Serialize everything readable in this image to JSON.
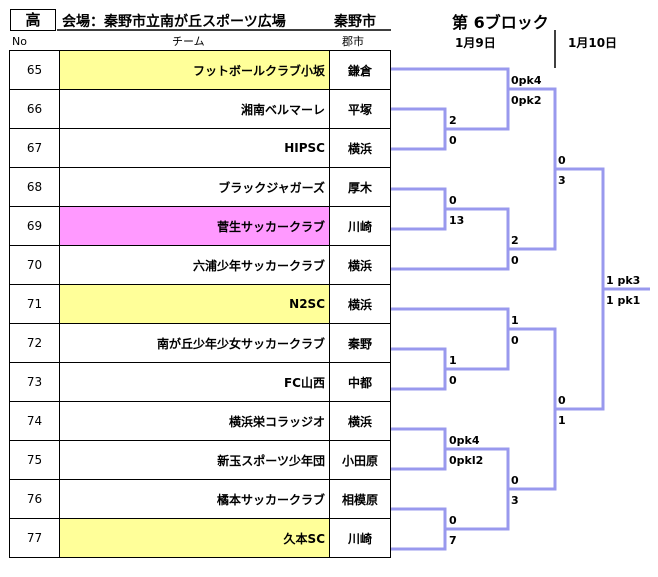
{
  "header": {
    "division": "高",
    "venue": "会場：秦野市立南が丘スポーツ広場",
    "city": "秦野市",
    "block": "第 6ブロック",
    "date1": "1月9日",
    "date2": "1月10日",
    "col_no": "No",
    "col_team": "チーム",
    "col_city": "郡市"
  },
  "colors": {
    "bracket_line": "#9999ee",
    "highlight_yellow": "#ffff99",
    "highlight_pink": "#ff99ff"
  },
  "teams": [
    {
      "no": "65",
      "name": "フットボールクラブ小坂",
      "city": "鎌倉",
      "hl": "yellow"
    },
    {
      "no": "66",
      "name": "湘南ベルマーレ",
      "city": "平塚",
      "hl": ""
    },
    {
      "no": "67",
      "name": "HIPSC",
      "city": "横浜",
      "hl": ""
    },
    {
      "no": "68",
      "name": "ブラックジャガーズ",
      "city": "厚木",
      "hl": ""
    },
    {
      "no": "69",
      "name": "菅生サッカークラブ",
      "city": "川崎",
      "hl": "pink"
    },
    {
      "no": "70",
      "name": "六浦少年サッカークラブ",
      "city": "横浜",
      "hl": ""
    },
    {
      "no": "71",
      "name": "N2SC",
      "city": "横浜",
      "hl": "yellow"
    },
    {
      "no": "72",
      "name": "南が丘少年少女サッカークラブ",
      "city": "秦野",
      "hl": ""
    },
    {
      "no": "73",
      "name": "FC山西",
      "city": "中都",
      "hl": ""
    },
    {
      "no": "74",
      "name": "横浜栄コラッジオ",
      "city": "横浜",
      "hl": ""
    },
    {
      "no": "75",
      "name": "新玉スポーツ少年団",
      "city": "小田原",
      "hl": ""
    },
    {
      "no": "76",
      "name": "橘本サッカークラブ",
      "city": "相模原",
      "hl": ""
    },
    {
      "no": "77",
      "name": "久本SC",
      "city": "川崎",
      "hl": "yellow"
    }
  ],
  "scores": {
    "m1_top": "2",
    "m1_bot": "0",
    "m2_top": "0",
    "m2_bot": "13",
    "m3_top": "1",
    "m3_bot": "0",
    "m4_top": "0pk4",
    "m4_bot": "0pkl2",
    "m5_top": "0",
    "m5_bot": "7",
    "m6_top": "0pk4",
    "m6_bot": "0pk2",
    "m7_top": "2",
    "m7_bot": "0",
    "m8_top": "1",
    "m8_bot": "0",
    "m9_top": "0",
    "m9_bot": "3",
    "m10_top": "0",
    "m10_bot": "3",
    "m11_top": "0",
    "m11_bot": "1",
    "final_top": "1 pk3",
    "final_bot": "1 pk1"
  }
}
